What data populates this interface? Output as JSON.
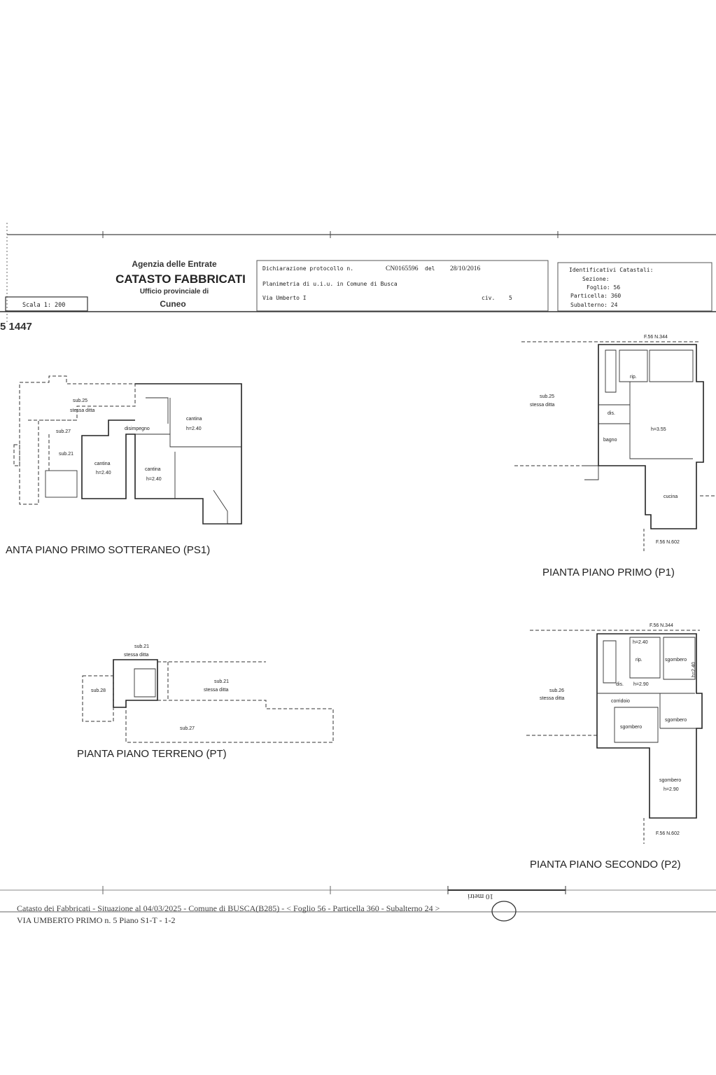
{
  "header": {
    "agency": "Agenzia delle Entrate",
    "catasto": "CATASTO FABBRICATI",
    "office": "Ufficio provinciale di",
    "city": "Cuneo",
    "scale": "Scala 1: 200",
    "declaration_label": "Dichiarazione protocollo n.",
    "protocol_number": "CN0165596",
    "del_label": "del",
    "date": "28/10/2016",
    "plan_line": "Planimetria di u.i.u. in Comune di Busca",
    "street": "Via Umberto I",
    "civ_label": "civ.",
    "civ": "5",
    "ids_title": "Identificativi Catastali:",
    "sezione": "Sezione:",
    "foglio": "Foglio: 56",
    "particella": "Particella: 360",
    "subalterno": "Subalterno: 24",
    "page_code": "5 1447"
  },
  "plans": {
    "ps1": {
      "title": "ANTA PIANO PRIMO SOTTERANEO (PS1)",
      "labels": [
        "sub.25",
        "stessa ditta",
        "sub.27",
        "sub.21",
        "disimpegno",
        "cantina",
        "h=2.40",
        "cantina",
        "h=2.40",
        "cantina",
        "h=2.40"
      ]
    },
    "p1": {
      "title": "PIANTA PIANO PRIMO (P1)",
      "labels": [
        "F.56 N.344",
        "rip.",
        "sub.25",
        "stessa ditta",
        "dis.",
        "h=3.55",
        "bagno",
        "cucina",
        "F.56 N.602"
      ]
    },
    "pt": {
      "title": "PIANTA PIANO TERRENO (PT)",
      "labels": [
        "sub.21",
        "stessa ditta",
        "sub.21",
        "stessa ditta",
        "sub.28",
        "sub.27"
      ]
    },
    "p2": {
      "title": "PIANTA PIANO SECONDO (P2)",
      "labels": [
        "F.56 N.344",
        "h=2.40",
        "rip.",
        "sgombero",
        "h=2.40",
        "dis.",
        "h=2.90",
        "sub.26",
        "stessa ditta",
        "corridoio",
        "sgombero",
        "sgombero",
        "sgombero",
        "h=2.90",
        "F.56 N.602"
      ]
    }
  },
  "footer": {
    "line1": "Catasto dei Fabbricati - Situazione al 04/03/2025 - Comune di BUSCA(B285) - < Foglio 56 - Particella 360 - Subalterno 24 >",
    "line2": "VIA UMBERTO PRIMO n. 5 Piano S1-T - 1-2",
    "scale_bar": "10 metri"
  }
}
